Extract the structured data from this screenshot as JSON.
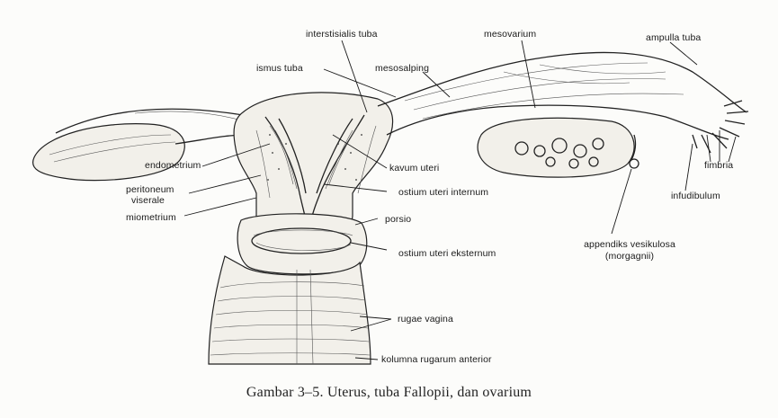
{
  "labels": {
    "interstisialis_tuba": "interstisialis tuba",
    "mesovarium": "mesovarium",
    "ampulla_tuba": "ampulla tuba",
    "ismus_tuba": "ismus tuba",
    "mesosalping": "mesosalping",
    "endometrium": "endometrium",
    "kavum_uteri": "kavum uteri",
    "fimbria": "fimbria",
    "peritoneum_line1": "peritoneum",
    "peritoneum_line2": "viserale",
    "ostium_uteri_internum": "ostium uteri internum",
    "infudibulum": "infudibulum",
    "miometrium": "miometrium",
    "porsio": "porsio",
    "ostium_uteri_eksternum": "ostium uteri eksternum",
    "appendiks_line1": "appendiks vesikulosa",
    "appendiks_line2": "(morgagnii)",
    "rugae_vagina": "rugae vagina",
    "kolumna_rugarum_anterior": "kolumna rugarum anterior"
  },
  "caption": "Gambar 3–5. Uterus, tuba Fallopii, dan ovarium"
}
